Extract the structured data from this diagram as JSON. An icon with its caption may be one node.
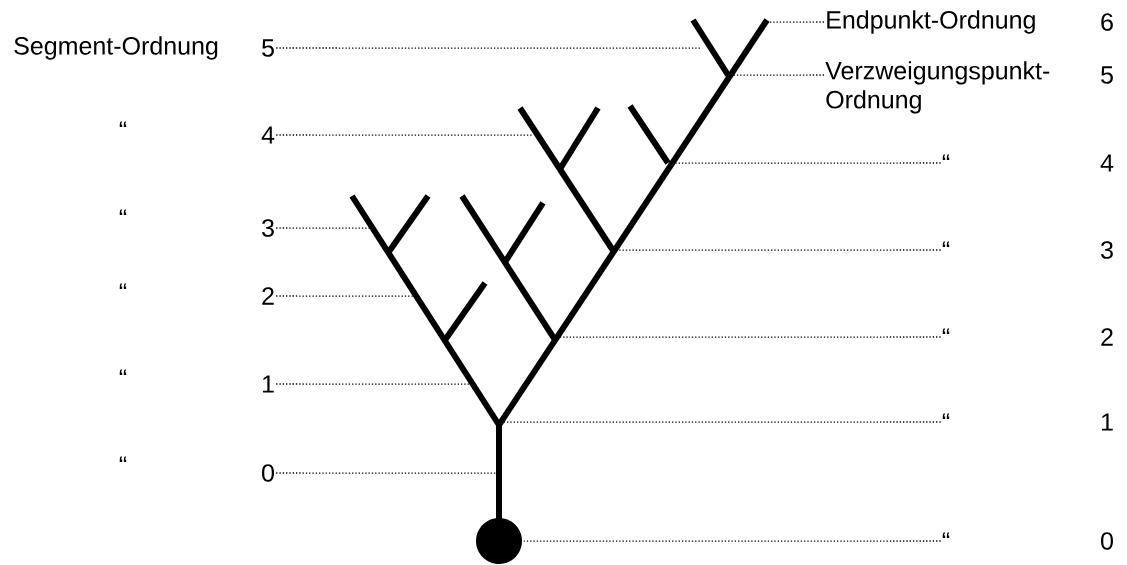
{
  "diagram": {
    "nodes": [
      {
        "text": [
          "Endpunkt-Ordnung"
        ]
      },
      {
        "text": [
          "5"
        ]
      },
      {
        "text": [
          "Verzweigungspunkt-Ordnung"
        ]
      },
      {
        "text": [
          "4"
        ]
      },
      {
        "text": [
          "“"
        ]
      },
      {
        "text": [
          "3"
        ]
      },
      {
        "text": [
          "“"
        ]
      },
      {
        "text": [
          "2"
        ]
      },
      {
        "text": [
          "“"
        ]
      },
      {
        "text": [
          "1"
        ]
      },
      {
        "text": [
          "“"
        ]
      },
      {
        "text": [
          "0"
        ]
      },
      {
        "text": [],
        "shape": "tree"
      },
      {
        "text": [
          "“"
        ]
      }
    ],
    "edges": [
      {
        "from": 0,
        "to": 12,
        "arrow": "none"
      },
      {
        "from": 1,
        "to": 12,
        "arrow": "none"
      },
      {
        "from": 2,
        "to": 12,
        "arrow": "none"
      },
      {
        "from": 3,
        "to": 12,
        "arrow": "none"
      },
      {
        "from": 4,
        "to": 12,
        "arrow": "none"
      },
      {
        "from": 5,
        "to": 12,
        "arrow": "none"
      },
      {
        "from": 6,
        "to": 12,
        "arrow": "none"
      },
      {
        "from": 7,
        "to": 12,
        "arrow": "none"
      },
      {
        "from": 8,
        "to": 12,
        "arrow": "none"
      },
      {
        "from": 9,
        "to": 12,
        "arrow": "none"
      },
      {
        "from": 10,
        "to": 12,
        "arrow": "none"
      },
      {
        "from": 11,
        "to": 12,
        "arrow": "none"
      },
      {
        "from": 13,
        "to": 12,
        "arrow": "none"
      }
    ],
    "labels": [
      "Segment-Ordnung",
      "6",
      "5",
      "“",
      "4",
      "“",
      "3",
      "“",
      "2",
      "“",
      "1",
      "“",
      "0"
    ]
  }
}
